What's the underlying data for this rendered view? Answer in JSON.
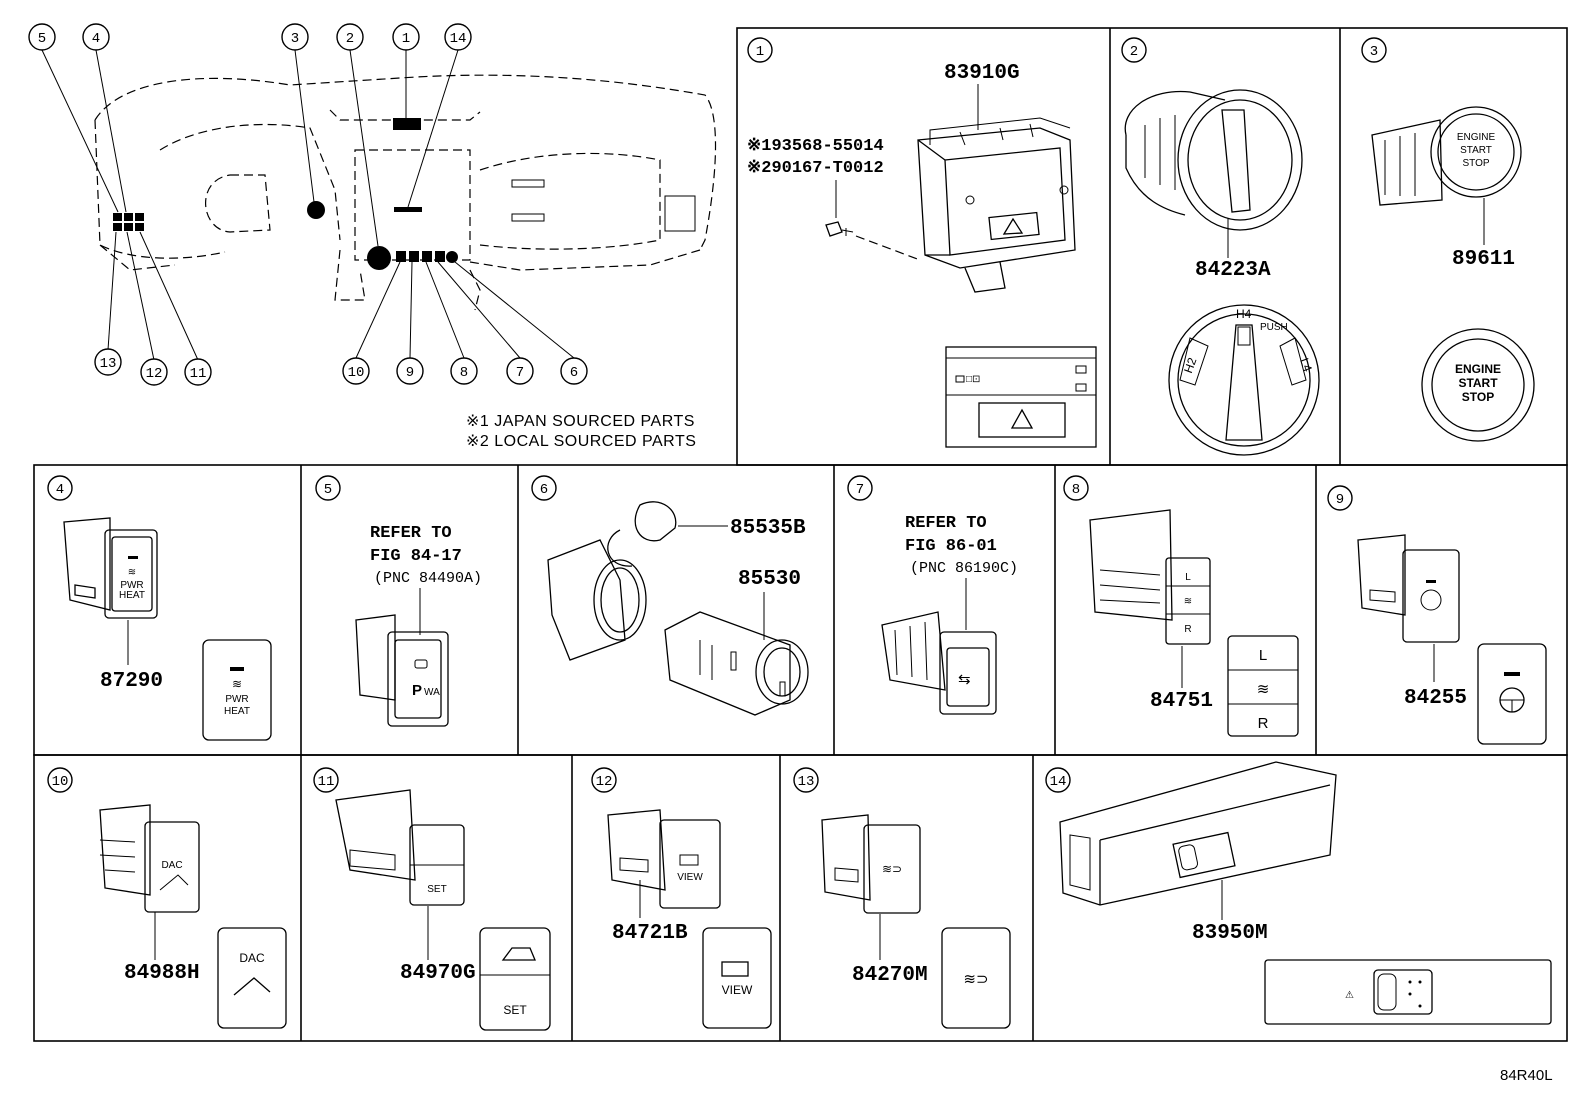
{
  "overview": {
    "callouts": [
      "1",
      "2",
      "3",
      "4",
      "5",
      "6",
      "7",
      "8",
      "9",
      "10",
      "11",
      "12",
      "13",
      "14"
    ]
  },
  "notes": {
    "japan": "※1 JAPAN SOURCED PARTS",
    "local": "※2 LOCAL SOURCED PARTS"
  },
  "panels": {
    "p1": {
      "num": "1",
      "part": "83910G",
      "sub1": "※193568-55014",
      "sub2": "※290167-T0012"
    },
    "p2": {
      "num": "2",
      "part": "84223A",
      "labels": {
        "h4": "H4",
        "push": "PUSH",
        "h2": "H2",
        "l4": "L4"
      }
    },
    "p3": {
      "num": "3",
      "part": "89611",
      "button": [
        "ENGINE",
        "START",
        "STOP"
      ]
    },
    "p4": {
      "num": "4",
      "part": "87290",
      "label1": "PWR",
      "label2": "HEAT"
    },
    "p5": {
      "num": "5",
      "ref1": "REFER TO",
      "ref2": "FIG 84-17",
      "pnc": "(PNC 84490A)"
    },
    "p6": {
      "num": "6",
      "part_a": "85535B",
      "part_b": "85530"
    },
    "p7": {
      "num": "7",
      "ref1": "REFER TO",
      "ref2": "FIG 86-01",
      "pnc": "(PNC 86190C)"
    },
    "p8": {
      "num": "8",
      "part": "84751",
      "top": "L",
      "bottom": "R"
    },
    "p9": {
      "num": "9",
      "part": "84255"
    },
    "p10": {
      "num": "10",
      "part": "84988H",
      "label": "DAC"
    },
    "p11": {
      "num": "11",
      "part": "84970G",
      "label": "SET"
    },
    "p12": {
      "num": "12",
      "part": "84721B",
      "label": "VIEW"
    },
    "p13": {
      "num": "13",
      "part": "84270M"
    },
    "p14": {
      "num": "14",
      "part": "83950M"
    }
  },
  "footer": {
    "code": "84R40L"
  }
}
